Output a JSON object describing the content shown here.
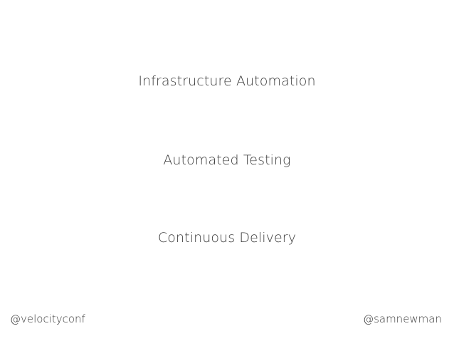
{
  "slide": {
    "lines": [
      "Infrastructure Automation",
      "Automated Testing",
      "Continuous Delivery"
    ],
    "footer": {
      "left": "@velocityconf",
      "right": "@samnewman"
    }
  }
}
